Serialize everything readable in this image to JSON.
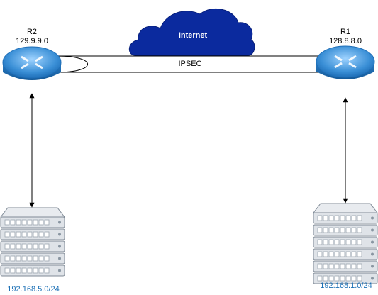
{
  "cloud": {
    "label": "Internet",
    "color": "#0b2a9e"
  },
  "tunnel": {
    "label": "IPSEC"
  },
  "routers": [
    {
      "name": "R2",
      "ip": "129.9.9.0"
    },
    {
      "name": "R1",
      "ip": "128.8.8.0"
    }
  ],
  "servers": [
    {
      "subnet": "192.168.5.0/24"
    },
    {
      "subnet": "192.168.1.0/24"
    }
  ],
  "colors": {
    "router": "#3a8fd6",
    "server": "#d8dce2",
    "subnet_text": "#1a6fb5"
  }
}
